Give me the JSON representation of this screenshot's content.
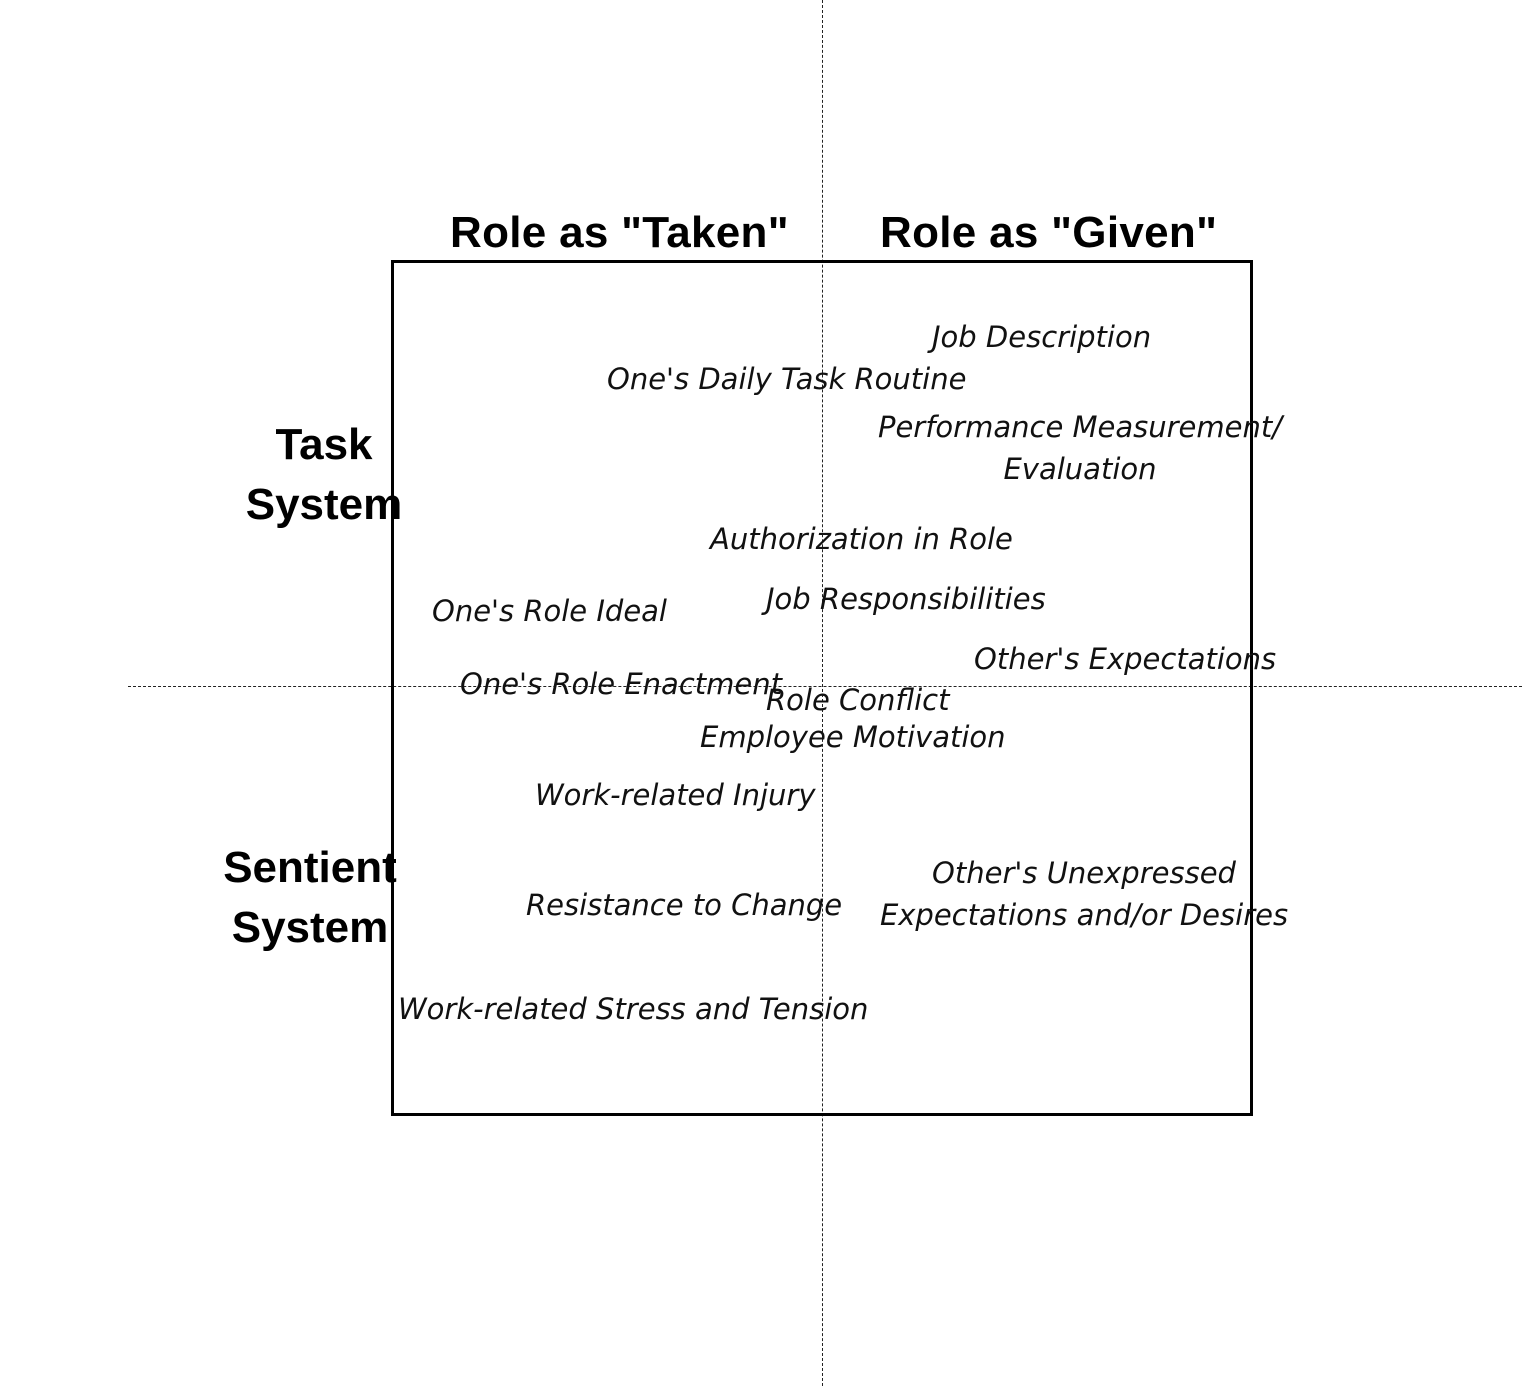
{
  "headers": {
    "col_taken": "Role as \"Taken\"",
    "col_given": "Role as \"Given\"",
    "row_task": [
      "Task",
      "System"
    ],
    "row_sentient": [
      "Sentient",
      "System"
    ]
  },
  "items": {
    "job_description": "Job Description",
    "daily_task_routine": "One's Daily Task Routine",
    "performance_measurement": [
      "Performance Measurement/",
      "Evaluation"
    ],
    "authorization_in_role": "Authorization in Role",
    "role_ideal": "One's Role Ideal",
    "job_responsibilities": "Job Responsibilities",
    "others_expectations": "Other's Expectations",
    "role_enactment": "One's Role Enactment",
    "role_conflict": "Role Conflict",
    "employee_motivation": "Employee Motivation",
    "work_related_injury": "Work-related Injury",
    "others_unexpressed": [
      "Other's Unexpressed",
      "Expectations and/or Desires"
    ],
    "resistance_to_change": "Resistance to Change",
    "stress_and_tension": "Work-related Stress and Tension"
  }
}
